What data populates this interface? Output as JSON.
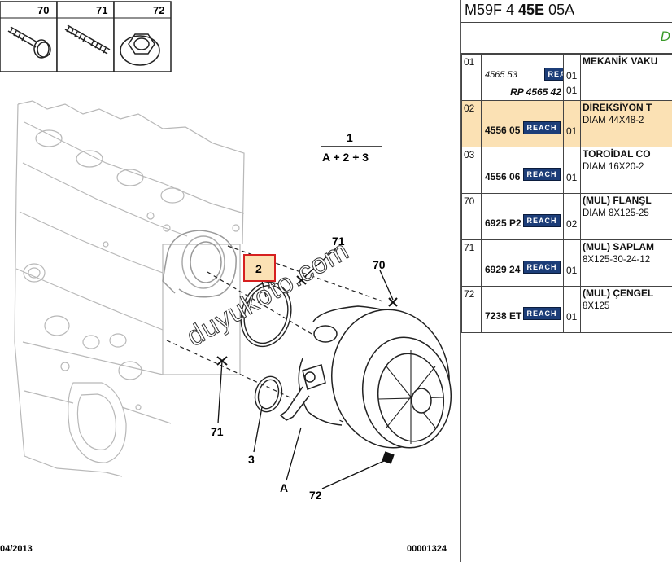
{
  "hardware_boxes": [
    {
      "number": "70",
      "icon": "flanged-bolt-icon"
    },
    {
      "number": "71",
      "icon": "stud-icon"
    },
    {
      "number": "72",
      "icon": "flange-nut-icon"
    }
  ],
  "callouts": {
    "assembly_number": "1",
    "assembly_formula": "A + 2 + 3",
    "highlighted": "2",
    "c70": "70",
    "c71_top": "71",
    "c71_bottom": "71",
    "c3": "3",
    "cA": "A",
    "c72": "72"
  },
  "watermark": "duyukoto.com",
  "footer": {
    "date": "04/2013",
    "code": "00001324"
  },
  "panel": {
    "model_prefix": "M59F 4 ",
    "model_bold": "45E",
    "model_suffix": " 05A",
    "section_letter": "D"
  },
  "parts": [
    {
      "index": "01",
      "ref": "",
      "ref_alt": "4565 53",
      "ref_rp": "RP 4565 42",
      "reach": "REACH",
      "qty": "01",
      "qty2": "01",
      "desc1": "MEKANİK VAKU",
      "desc2": "",
      "highlight": false
    },
    {
      "index": "02",
      "ref": "4556 05",
      "reach": "REACH",
      "qty": "01",
      "desc1": "DİREKSİYON T",
      "desc2": "DIAM 44X48-2",
      "highlight": true
    },
    {
      "index": "03",
      "ref": "4556 06",
      "reach": "REACH",
      "qty": "01",
      "desc1": "TOROİDAL CO",
      "desc2": "DIAM 16X20-2",
      "highlight": false
    },
    {
      "index": "70",
      "ref": "6925 P2",
      "reach": "REACH",
      "qty": "02",
      "desc1": "(MUL) FLANŞL",
      "desc2": "DIAM 8X125-25",
      "highlight": false
    },
    {
      "index": "71",
      "ref": "6929 24",
      "reach": "REACH",
      "qty": "01",
      "desc1": "(MUL) SAPLAM",
      "desc2": "8X125-30-24-12",
      "highlight": false
    },
    {
      "index": "72",
      "ref": "7238 ET",
      "reach": "REACH",
      "qty": "01",
      "desc1": "(MUL) ÇENGEL",
      "desc2": "8X125",
      "highlight": false
    }
  ],
  "colors": {
    "highlight_row": "#fbe1b4",
    "highlight_box": "#d62020",
    "reach_badge": "#1c3d78",
    "section_letter": "#3a9a2a"
  }
}
